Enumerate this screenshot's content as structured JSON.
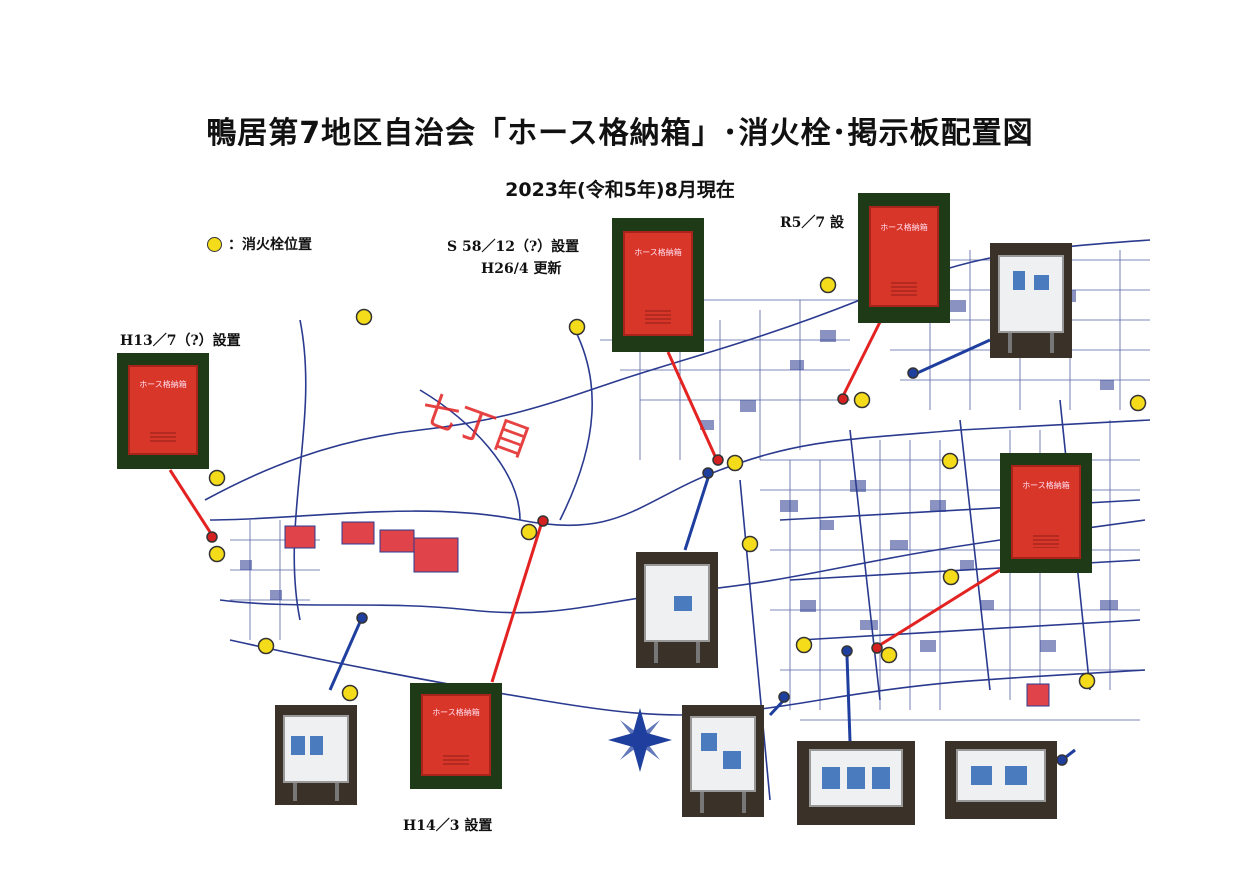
{
  "page": {
    "title": "鴨居第7地区自治会「ホース格納箱」･消火栓･掲示板配置図",
    "subtitle": "2023年(令和5年)8月現在"
  },
  "legend": {
    "label": "：消火栓位置",
    "dot_color": "#f5dc1a"
  },
  "notes": {
    "h13": "H13／7（?）設置",
    "s58": "S 58／12（?）設置",
    "h26": "H26/4 更新",
    "r5": "R5／7 設",
    "h14": "H14／3 設置"
  },
  "hose_box_photos": [
    {
      "id": "hose-box-west",
      "caption": "ホース格納箱"
    },
    {
      "id": "hose-box-north",
      "caption": "ホース格納箱"
    },
    {
      "id": "hose-box-northeast",
      "caption": "ホース格納箱"
    },
    {
      "id": "hose-box-east",
      "caption": "ホース格納箱"
    },
    {
      "id": "hose-box-south",
      "caption": "ホース格納箱"
    }
  ],
  "bulletin_board_photos": [
    {
      "id": "board-northeast"
    },
    {
      "id": "board-center"
    },
    {
      "id": "board-southwest"
    },
    {
      "id": "board-south-1"
    },
    {
      "id": "board-south-2"
    },
    {
      "id": "board-south-3"
    }
  ],
  "map_labels": {
    "district": "七丁目"
  },
  "colors": {
    "hydrant": "#f5dc1a",
    "hose_box_marker": "#d42020",
    "board_marker": "#1f3f9e",
    "red_pointer": "#e32222",
    "blue_pointer": "#1f3f9e",
    "map_ink": "#2a3a8f"
  }
}
